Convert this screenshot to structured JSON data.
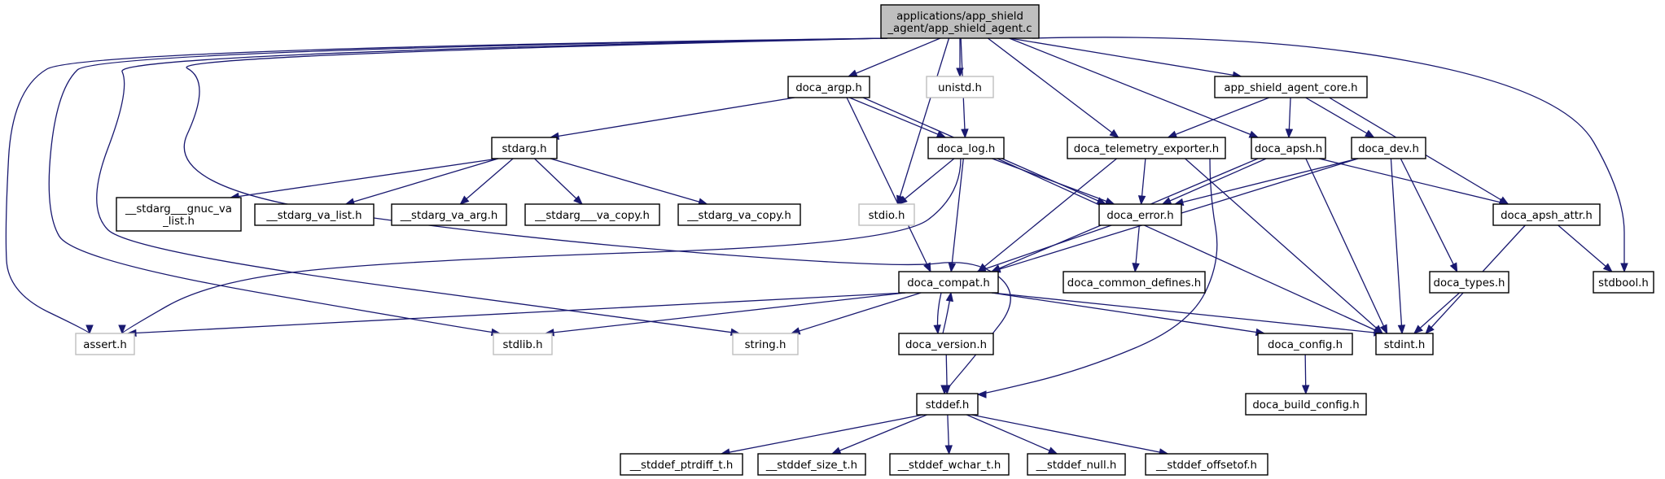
{
  "nodes": [
    {
      "id": "app_shield_agent_c",
      "lines": [
        "applications/app_shield",
        "_agent/app_shield_agent.c"
      ],
      "kind": "root"
    },
    {
      "id": "doca_argp_h",
      "lines": [
        "doca_argp.h"
      ],
      "kind": "doc"
    },
    {
      "id": "unistd_h",
      "lines": [
        "unistd.h"
      ],
      "kind": "ext"
    },
    {
      "id": "app_shield_agent_core_h",
      "lines": [
        "app_shield_agent_core.h"
      ],
      "kind": "doc"
    },
    {
      "id": "stdarg_h",
      "lines": [
        "stdarg.h"
      ],
      "kind": "doc"
    },
    {
      "id": "doca_log_h",
      "lines": [
        "doca_log.h"
      ],
      "kind": "doc"
    },
    {
      "id": "doca_telemetry_exporter_h",
      "lines": [
        "doca_telemetry_exporter.h"
      ],
      "kind": "doc"
    },
    {
      "id": "doca_apsh_h",
      "lines": [
        "doca_apsh.h"
      ],
      "kind": "doc"
    },
    {
      "id": "doca_dev_h",
      "lines": [
        "doca_dev.h"
      ],
      "kind": "doc"
    },
    {
      "id": "stdarg_gnuc_va_list_h",
      "lines": [
        "__stdarg___gnuc_va",
        "_list.h"
      ],
      "kind": "doc"
    },
    {
      "id": "stdarg_va_list_h",
      "lines": [
        "__stdarg_va_list.h"
      ],
      "kind": "doc"
    },
    {
      "id": "stdarg_va_arg_h",
      "lines": [
        "__stdarg_va_arg.h"
      ],
      "kind": "doc"
    },
    {
      "id": "stdarg___va_copy_h",
      "lines": [
        "__stdarg___va_copy.h"
      ],
      "kind": "doc"
    },
    {
      "id": "stdarg_va_copy_h",
      "lines": [
        "__stdarg_va_copy.h"
      ],
      "kind": "doc"
    },
    {
      "id": "stdio_h",
      "lines": [
        "stdio.h"
      ],
      "kind": "ext"
    },
    {
      "id": "doca_error_h",
      "lines": [
        "doca_error.h"
      ],
      "kind": "doc"
    },
    {
      "id": "doca_apsh_attr_h",
      "lines": [
        "doca_apsh_attr.h"
      ],
      "kind": "doc"
    },
    {
      "id": "doca_compat_h",
      "lines": [
        "doca_compat.h"
      ],
      "kind": "doc"
    },
    {
      "id": "doca_common_defines_h",
      "lines": [
        "doca_common_defines.h"
      ],
      "kind": "doc"
    },
    {
      "id": "doca_types_h",
      "lines": [
        "doca_types.h"
      ],
      "kind": "doc"
    },
    {
      "id": "stdbool_h",
      "lines": [
        "stdbool.h"
      ],
      "kind": "doc"
    },
    {
      "id": "assert_h",
      "lines": [
        "assert.h"
      ],
      "kind": "ext"
    },
    {
      "id": "stdlib_h",
      "lines": [
        "stdlib.h"
      ],
      "kind": "ext"
    },
    {
      "id": "string_h",
      "lines": [
        "string.h"
      ],
      "kind": "ext"
    },
    {
      "id": "doca_version_h",
      "lines": [
        "doca_version.h"
      ],
      "kind": "doc"
    },
    {
      "id": "doca_config_h",
      "lines": [
        "doca_config.h"
      ],
      "kind": "doc"
    },
    {
      "id": "stdint_h",
      "lines": [
        "stdint.h"
      ],
      "kind": "doc"
    },
    {
      "id": "doca_build_config_h",
      "lines": [
        "doca_build_config.h"
      ],
      "kind": "doc"
    },
    {
      "id": "stddef_h",
      "lines": [
        "stddef.h"
      ],
      "kind": "doc"
    },
    {
      "id": "stddef_ptrdiff_t_h",
      "lines": [
        "__stddef_ptrdiff_t.h"
      ],
      "kind": "doc"
    },
    {
      "id": "stddef_size_t_h",
      "lines": [
        "__stddef_size_t.h"
      ],
      "kind": "doc"
    },
    {
      "id": "stddef_wchar_t_h",
      "lines": [
        "__stddef_wchar_t.h"
      ],
      "kind": "doc"
    },
    {
      "id": "stddef_null_h",
      "lines": [
        "__stddef_null.h"
      ],
      "kind": "doc"
    },
    {
      "id": "stddef_offsetof_h",
      "lines": [
        "__stddef_offsetof.h"
      ],
      "kind": "doc"
    }
  ],
  "edges": [
    [
      "app_shield_agent_c",
      "doca_argp_h"
    ],
    [
      "app_shield_agent_c",
      "unistd_h"
    ],
    [
      "app_shield_agent_c",
      "app_shield_agent_core_h"
    ],
    [
      "app_shield_agent_c",
      "doca_log_h"
    ],
    [
      "app_shield_agent_c",
      "stdio_h"
    ],
    [
      "app_shield_agent_c",
      "doca_telemetry_exporter_h"
    ],
    [
      "app_shield_agent_c",
      "doca_apsh_h"
    ],
    [
      "app_shield_agent_c",
      "stdbool_h"
    ],
    [
      "app_shield_agent_c",
      "assert_h"
    ],
    [
      "app_shield_agent_c",
      "stdlib_h"
    ],
    [
      "app_shield_agent_c",
      "string_h"
    ],
    [
      "app_shield_agent_c",
      "stddef_h"
    ],
    [
      "doca_argp_h",
      "stdarg_h"
    ],
    [
      "doca_argp_h",
      "doca_log_h"
    ],
    [
      "doca_argp_h",
      "doca_error_h"
    ],
    [
      "doca_argp_h",
      "doca_compat_h"
    ],
    [
      "stdarg_h",
      "stdarg_gnuc_va_list_h"
    ],
    [
      "stdarg_h",
      "stdarg_va_list_h"
    ],
    [
      "stdarg_h",
      "stdarg_va_arg_h"
    ],
    [
      "stdarg_h",
      "stdarg___va_copy_h"
    ],
    [
      "stdarg_h",
      "stdarg_va_copy_h"
    ],
    [
      "doca_log_h",
      "stdio_h"
    ],
    [
      "doca_log_h",
      "doca_error_h"
    ],
    [
      "doca_log_h",
      "doca_compat_h"
    ],
    [
      "doca_log_h",
      "stdint_h"
    ],
    [
      "doca_log_h",
      "assert_h"
    ],
    [
      "app_shield_agent_core_h",
      "doca_telemetry_exporter_h"
    ],
    [
      "app_shield_agent_core_h",
      "doca_apsh_h"
    ],
    [
      "app_shield_agent_core_h",
      "doca_dev_h"
    ],
    [
      "app_shield_agent_core_h",
      "doca_apsh_attr_h"
    ],
    [
      "doca_telemetry_exporter_h",
      "doca_error_h"
    ],
    [
      "doca_telemetry_exporter_h",
      "doca_compat_h"
    ],
    [
      "doca_telemetry_exporter_h",
      "stdint_h"
    ],
    [
      "doca_telemetry_exporter_h",
      "stddef_h"
    ],
    [
      "doca_apsh_h",
      "doca_error_h"
    ],
    [
      "doca_apsh_h",
      "doca_compat_h"
    ],
    [
      "doca_apsh_h",
      "stdint_h"
    ],
    [
      "doca_apsh_h",
      "doca_apsh_attr_h"
    ],
    [
      "doca_dev_h",
      "doca_error_h"
    ],
    [
      "doca_dev_h",
      "doca_compat_h"
    ],
    [
      "doca_dev_h",
      "doca_types_h"
    ],
    [
      "doca_dev_h",
      "stdint_h"
    ],
    [
      "doca_error_h",
      "doca_compat_h"
    ],
    [
      "doca_error_h",
      "doca_common_defines_h"
    ],
    [
      "doca_apsh_attr_h",
      "stdbool_h"
    ],
    [
      "doca_apsh_attr_h",
      "stdint_h"
    ],
    [
      "doca_types_h",
      "stdint_h"
    ],
    [
      "doca_compat_h",
      "assert_h"
    ],
    [
      "doca_compat_h",
      "stdlib_h"
    ],
    [
      "doca_compat_h",
      "string_h"
    ],
    [
      "doca_compat_h",
      "doca_version_h"
    ],
    [
      "doca_compat_h",
      "doca_config_h"
    ],
    [
      "doca_compat_h",
      "stdint_h"
    ],
    [
      "doca_version_h",
      "doca_compat_h"
    ],
    [
      "doca_version_h",
      "stddef_h"
    ],
    [
      "doca_config_h",
      "doca_build_config_h"
    ],
    [
      "stddef_h",
      "stddef_ptrdiff_t_h"
    ],
    [
      "stddef_h",
      "stddef_size_t_h"
    ],
    [
      "stddef_h",
      "stddef_wchar_t_h"
    ],
    [
      "stddef_h",
      "stddef_null_h"
    ],
    [
      "stddef_h",
      "stddef_offsetof_h"
    ]
  ],
  "colors": {
    "edge": "#191970",
    "node_border": "#000000",
    "external_border": "#bfbfbf",
    "root_fill": "#bfbfbf",
    "text": "#000000"
  }
}
